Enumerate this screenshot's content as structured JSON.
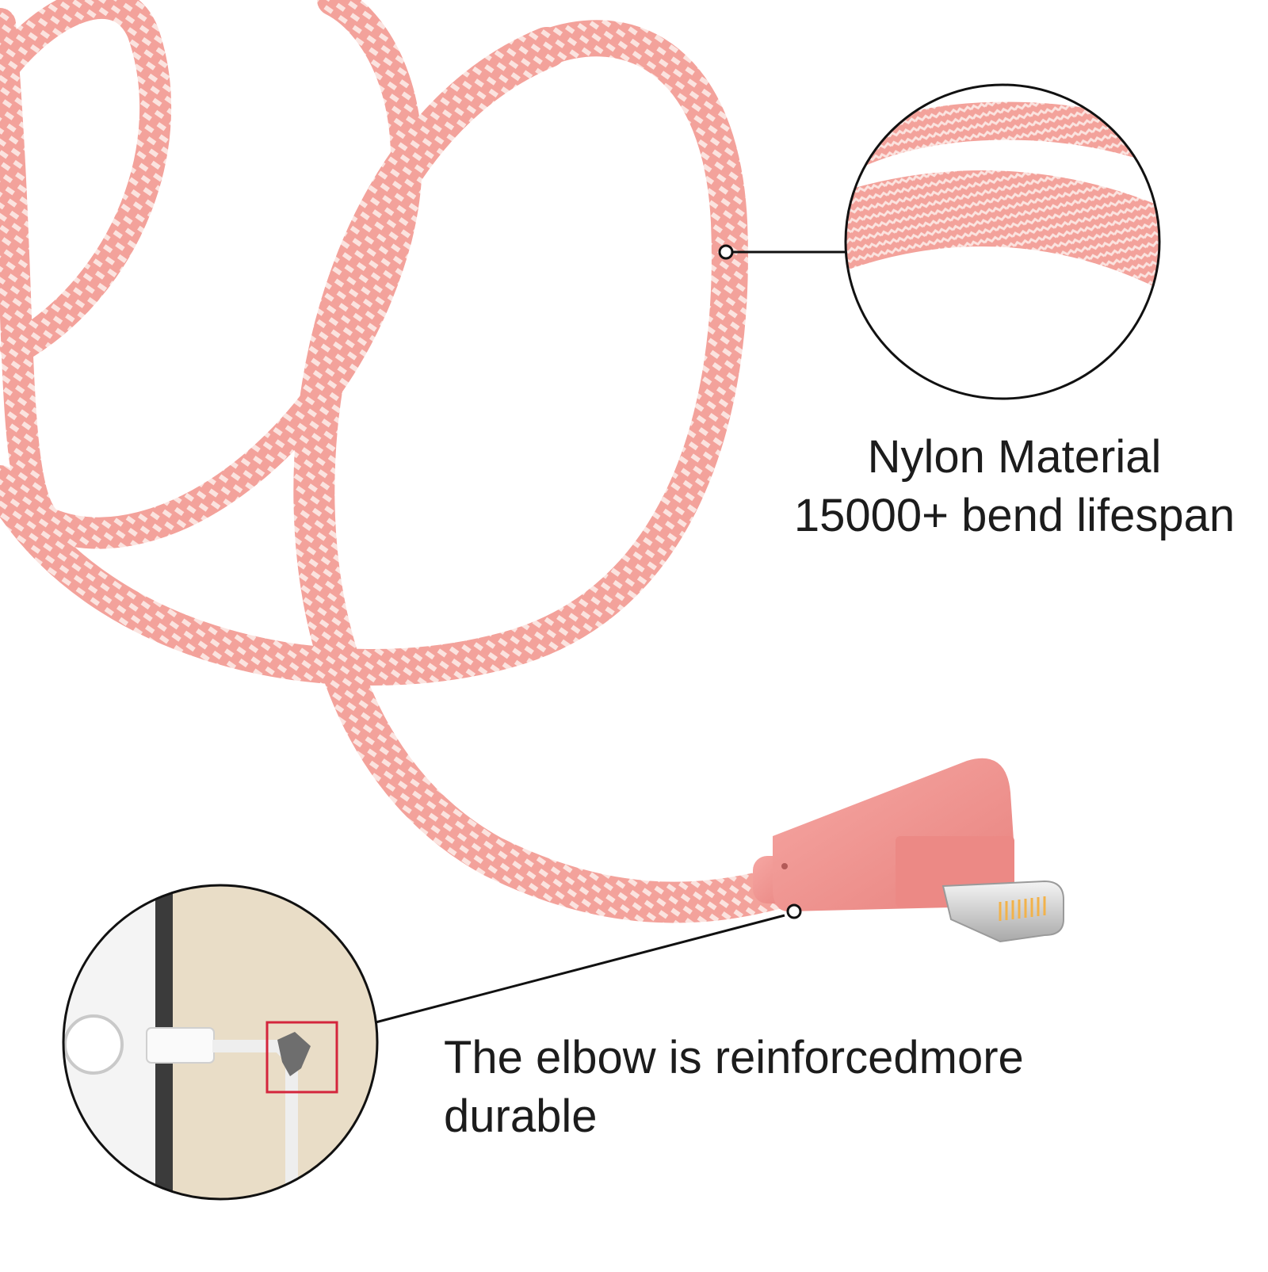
{
  "colors": {
    "background": "#ffffff",
    "cable_pink": "#f3a29b",
    "cable_weave": "#fbe3df",
    "connector_pink": "#ee8f8c",
    "lightning_metal": "#d9d9d9",
    "lightning_pins": "#f2b24a",
    "callout_line": "#111111",
    "highlight_box": "#d4253c",
    "wall": "#e8dcc6",
    "phone_edge": "#3a3a3a"
  },
  "icons": {
    "cable": "braided-cable-illustration",
    "connector": "right-angle-lightning-connector",
    "zoom_top": "nylon-weave-zoom-circle",
    "zoom_bottom": "broken-cable-zoom-circle"
  },
  "callouts": {
    "nylon": {
      "line1": "Nylon Material",
      "line2": "15000+ bend lifespan"
    },
    "elbow": {
      "line1": "The elbow is reinforcedmore",
      "line2": "durable"
    }
  }
}
